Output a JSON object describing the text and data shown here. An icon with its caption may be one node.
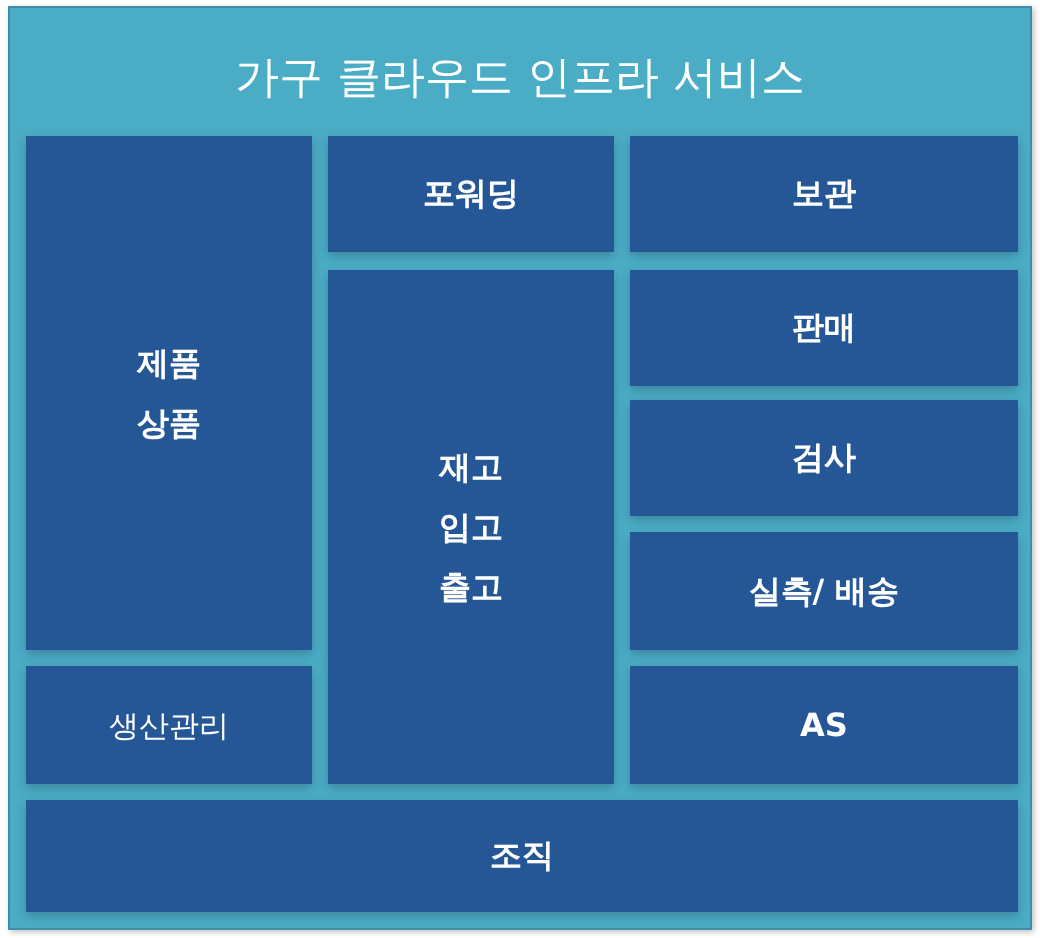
{
  "diagram": {
    "nodes": [
      {
        "text": [
          "가구 클라우드 인프라 서비스"
        ]
      },
      {
        "text": [
          "제품",
          "상품"
        ],
        "in": 0
      },
      {
        "text": [
          "포워딩"
        ],
        "in": 0
      },
      {
        "text": [
          "보관"
        ],
        "in": 0
      },
      {
        "text": [
          "재고",
          "입고",
          "출고"
        ],
        "in": 0
      },
      {
        "text": [
          "판매"
        ],
        "in": 0
      },
      {
        "text": [
          "검사"
        ],
        "in": 0
      },
      {
        "text": [
          "실측/ 배송"
        ],
        "in": 0
      },
      {
        "text": [
          "생산관리"
        ],
        "in": 0
      },
      {
        "text": [
          "AS"
        ],
        "in": 0
      },
      {
        "text": [
          "조직"
        ],
        "in": 0
      }
    ]
  }
}
